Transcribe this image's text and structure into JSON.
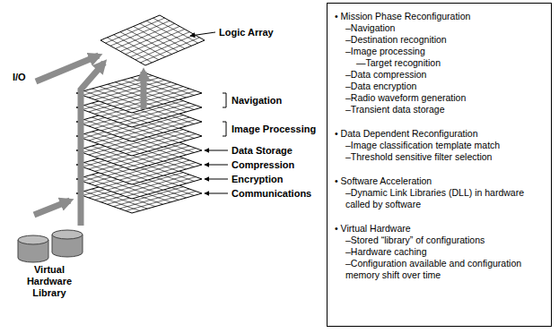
{
  "diagram": {
    "nodes": [
      {
        "text": [
          "• Mission Phase Reconfiguration",
          "–Navigation",
          "–Destination recognition",
          "–Image processing",
          "—Target recognition",
          "–Data compression",
          "–Data encryption",
          "–Radio waveform generation",
          "–Transient data storage",
          "• Data Dependent Reconfiguration",
          "–Image classification template match",
          "–Threshold sensitive filter selection",
          "• Software Acceleration",
          "–Dynamic Link Libraries (DLL) in hardware called by software",
          "• Virtual Hardware",
          "–Stored “library” of configurations",
          "–Hardware caching",
          "–Configuration available and configuration memory shift over time"
        ]
      }
    ],
    "labels": [
      "Logic Array",
      "I/O",
      "Navigation",
      "Image Processing",
      "Data Storage",
      "Compression",
      "Encryption",
      "Communications",
      "Virtual Hardware Library"
    ]
  }
}
